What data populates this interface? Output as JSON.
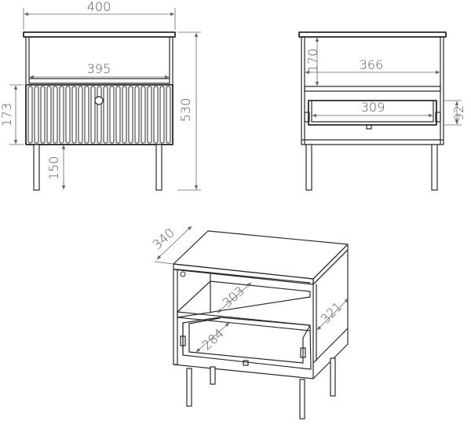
{
  "dimensions": {
    "front_width": "400",
    "front_inner_width": "395",
    "front_drawer_height": "173",
    "front_total_height": "530",
    "front_leg_height": "150",
    "back_shelf_height": "170",
    "back_inner_width": "366",
    "back_drawer_width": "309",
    "back_drawer_height": "92",
    "iso_depth": "340",
    "iso_shelf_depth": "303",
    "iso_side_depth": "321",
    "iso_drawer_depth": "284"
  }
}
